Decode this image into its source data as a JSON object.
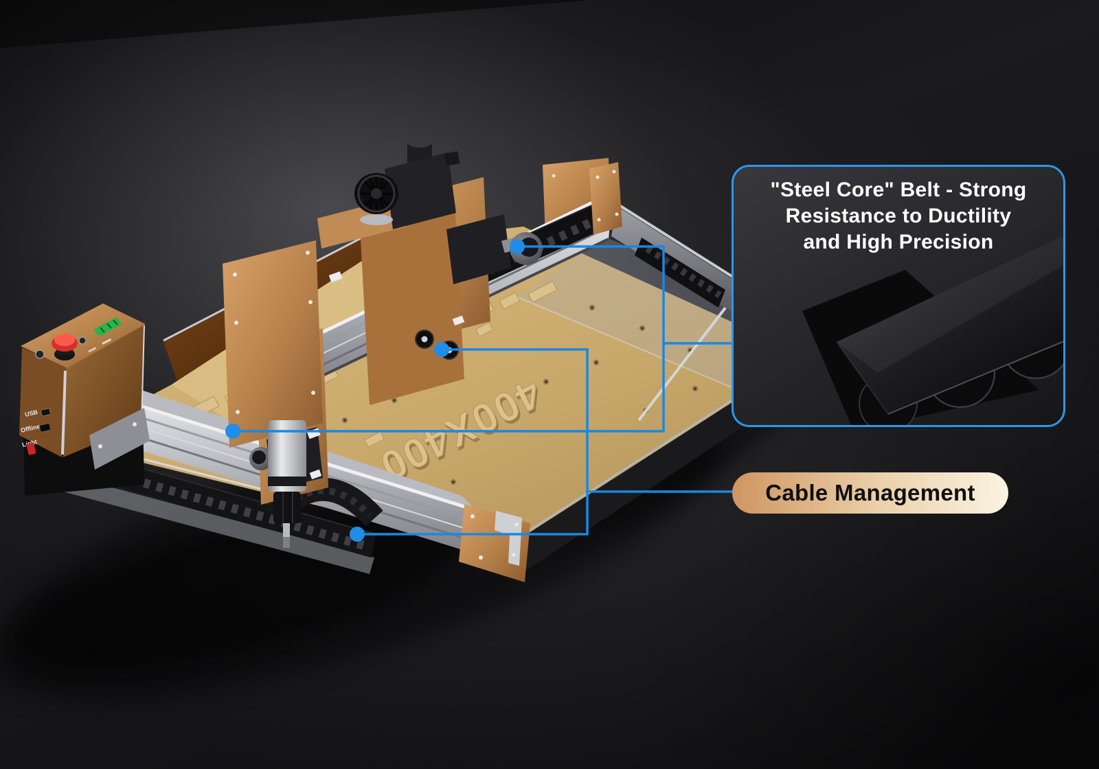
{
  "callouts": {
    "steel_core": {
      "line1": "\"Steel Core\" Belt - Strong",
      "line2": "Resistance to Ductility",
      "line3": "and High Precision",
      "border_color": "#2b97ef"
    },
    "cable_management": {
      "label": "Cable Management",
      "gradient_start": "#cf9560",
      "gradient_end": "#fbf3e2"
    }
  },
  "machine": {
    "engraving": "400X400",
    "panel_labels": {
      "usb": "USB",
      "offline": "Offline",
      "light": "Light"
    }
  },
  "colors": {
    "accent_blue": "#1b87e2",
    "copper": "#b5804a",
    "board_tan": "#c9a96b",
    "background": "#141416"
  }
}
